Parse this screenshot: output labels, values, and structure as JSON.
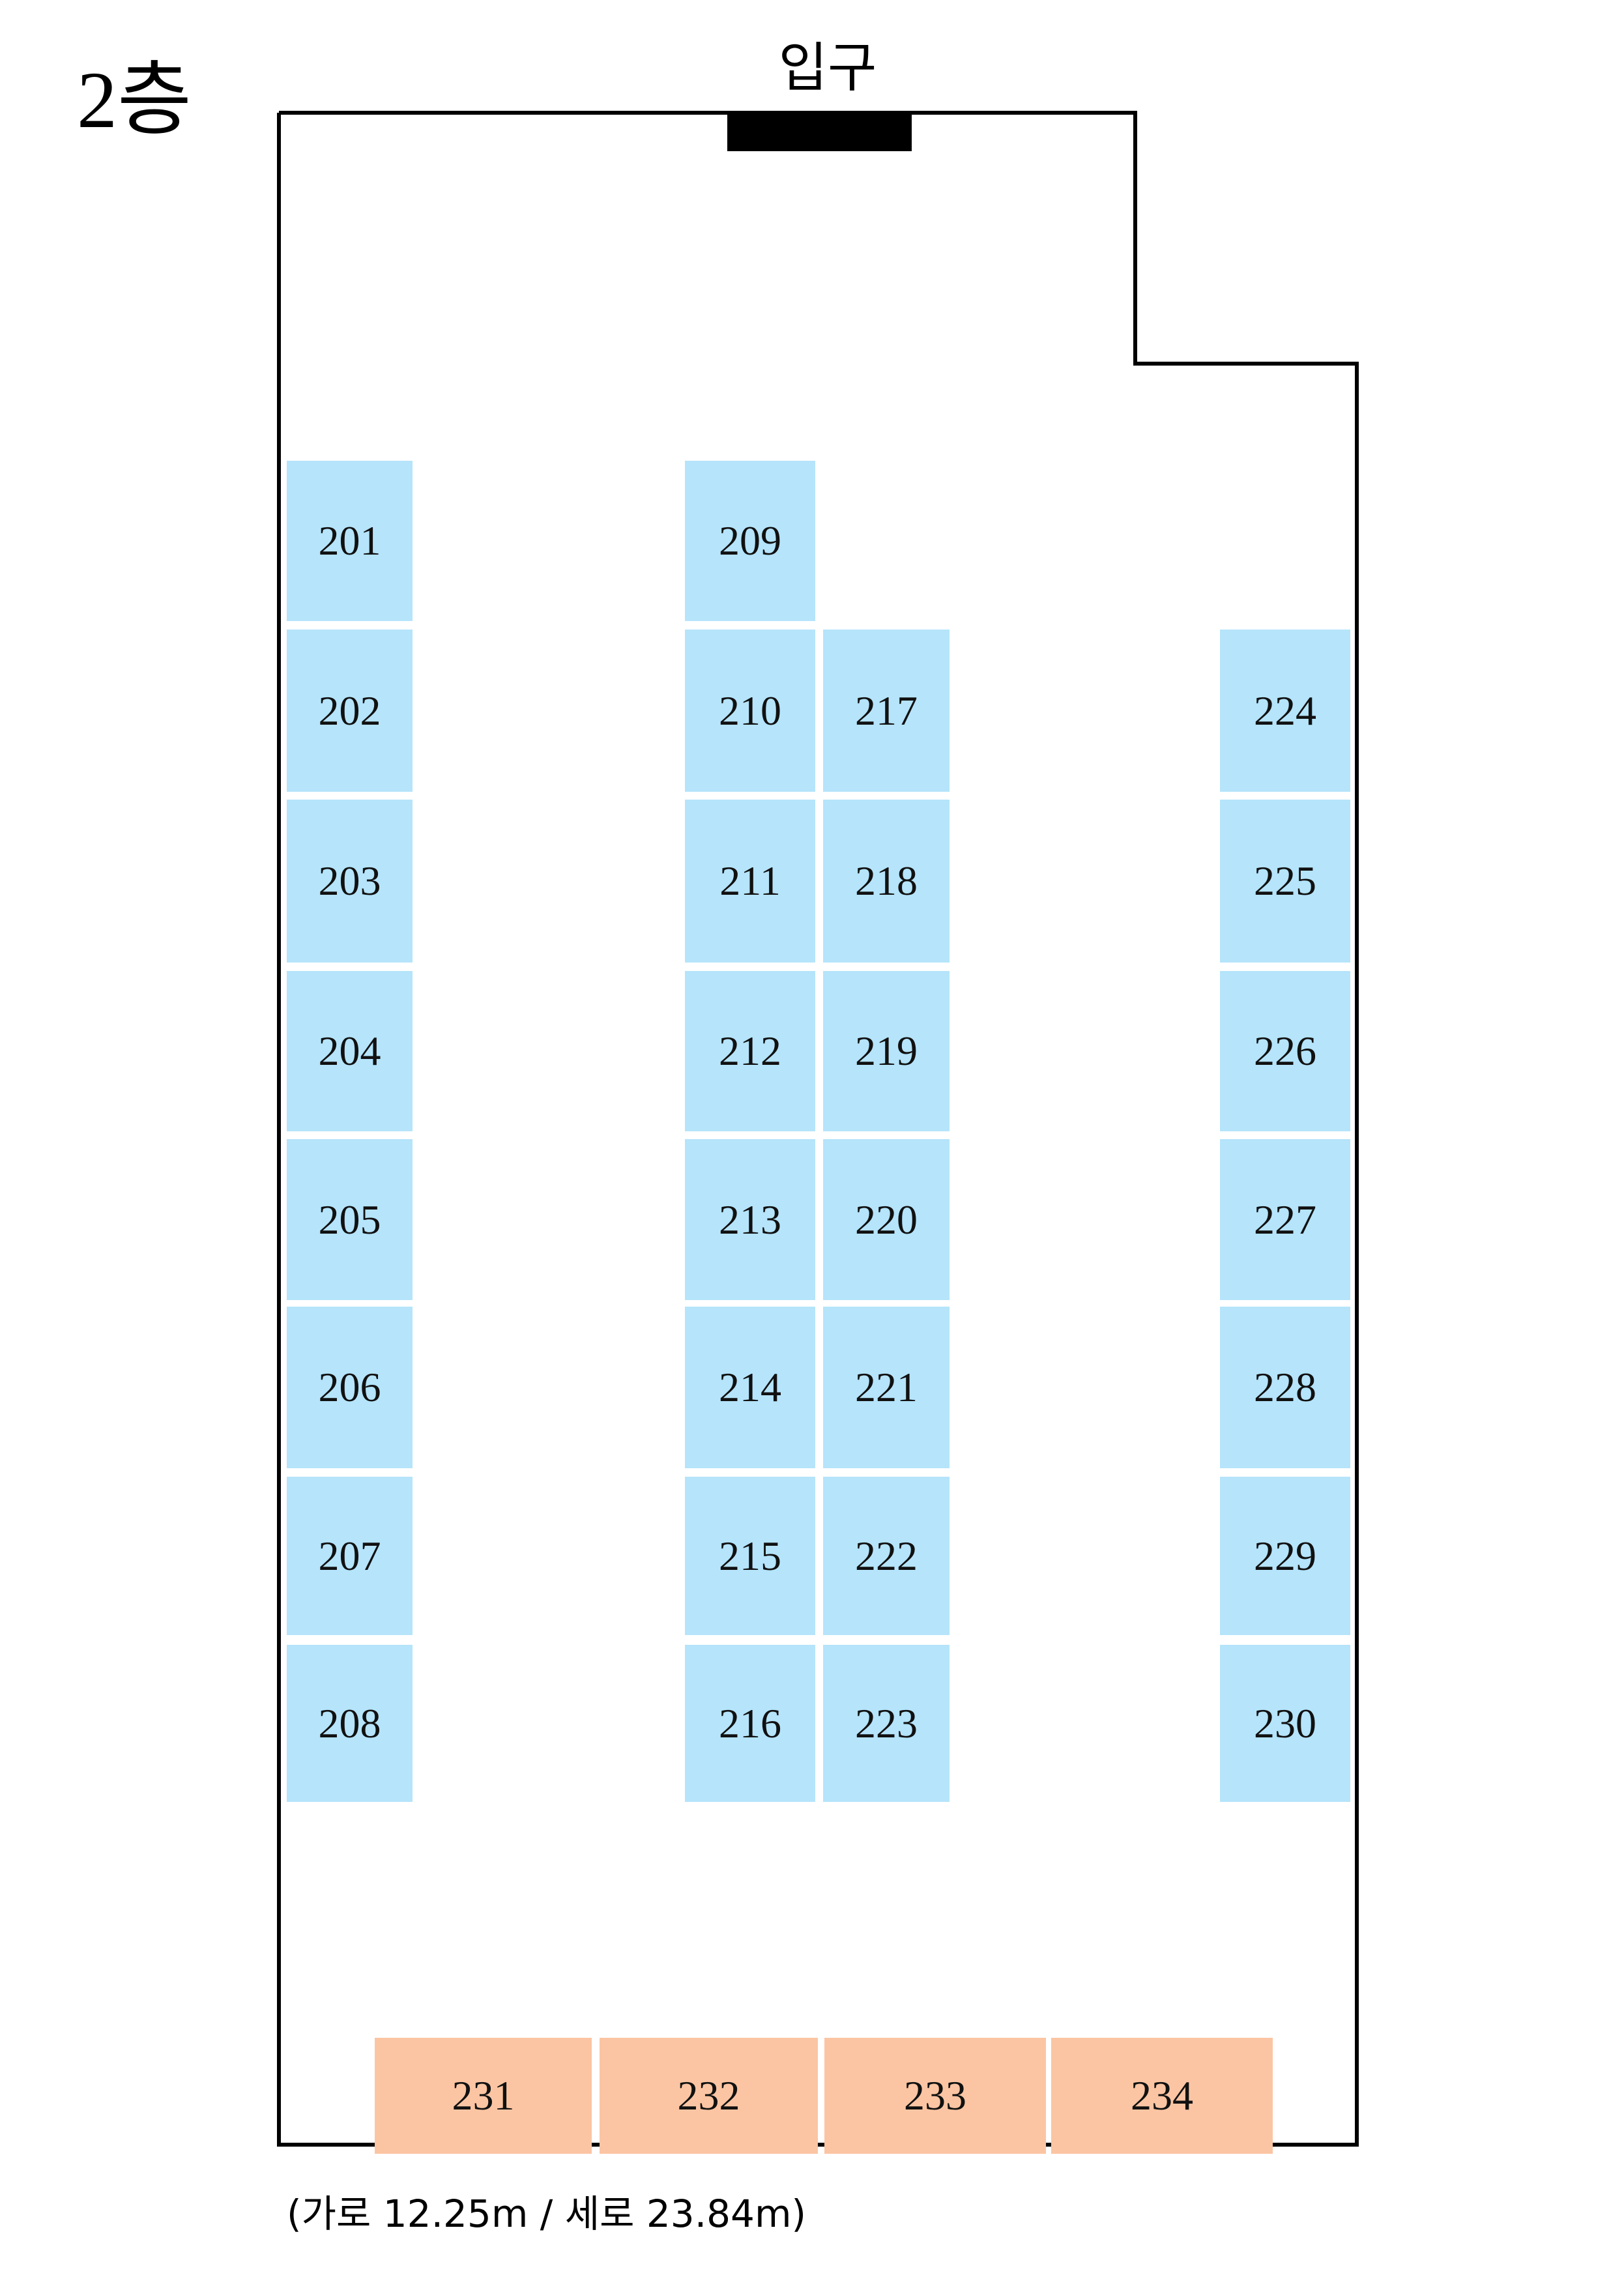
{
  "floor_title": "2층",
  "entrance": {
    "label": "입구"
  },
  "dimensions_note": "(가로 12.25m / 세로 23.84m)",
  "colors": {
    "booth_blue": "#b5e4fb",
    "booth_peach": "#fbc5a3",
    "wall": "#000000",
    "entrance_bar": "#000000"
  },
  "booths": {
    "left_column": [
      "201",
      "202",
      "203",
      "204",
      "205",
      "206",
      "207",
      "208"
    ],
    "center_left_column": [
      "209",
      "210",
      "211",
      "212",
      "213",
      "214",
      "215",
      "216"
    ],
    "center_right_column": [
      "217",
      "218",
      "219",
      "220",
      "221",
      "222",
      "223"
    ],
    "right_column": [
      "224",
      "225",
      "226",
      "227",
      "228",
      "229",
      "230"
    ],
    "bottom_row": [
      "231",
      "232",
      "233",
      "234"
    ]
  }
}
